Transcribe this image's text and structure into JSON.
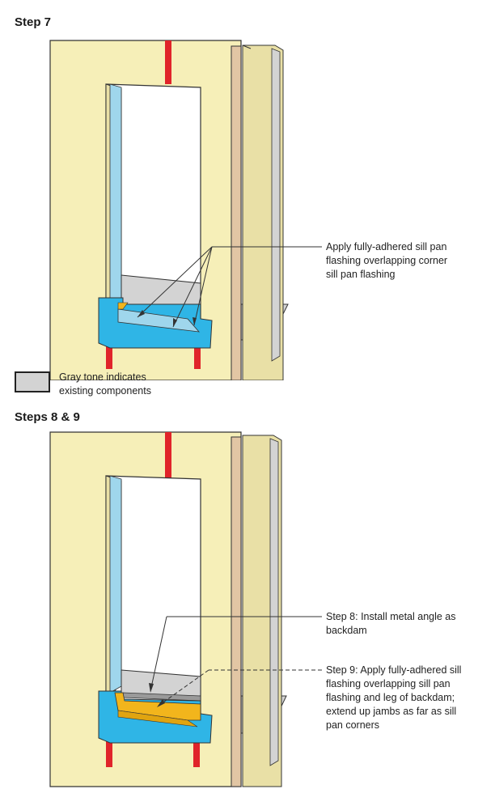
{
  "step7": {
    "title": "Step 7",
    "callout": [
      "Apply fully-adhered sill pan",
      "flashing overlapping corner",
      "sill pan flashing"
    ]
  },
  "legend": {
    "lines": [
      "Gray tone indicates",
      "existing components"
    ]
  },
  "steps89": {
    "title": "Steps 8 & 9",
    "callout8": [
      "Step 8: Install metal angle as",
      "backdam"
    ],
    "callout9": [
      "Step 9: Apply fully-adhered sill",
      "flashing overlapping sill pan",
      "flashing and leg of backdam;",
      "extend up jambs as far as sill",
      "pan corners"
    ]
  },
  "colors": {
    "wall": "#f6efb8",
    "edge": "#e9e0a6",
    "flashing": "#9fd6ec",
    "pan": "#2fb5e6",
    "tape": "#e0242a",
    "trim": "#e2c6a4",
    "existing": "#d3d3d3",
    "backdam": "#f2b51c"
  }
}
